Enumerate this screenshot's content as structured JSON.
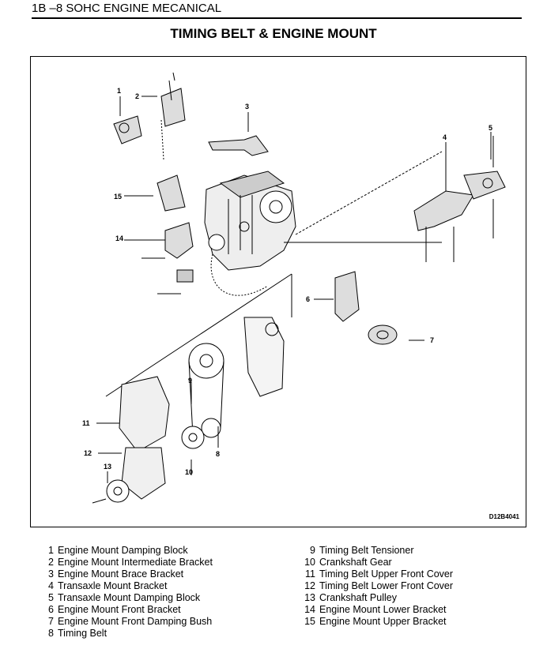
{
  "header": {
    "section": "1B –8  SOHC ENGINE MECANICAL"
  },
  "title": "TIMING BELT & ENGINE MOUNT",
  "figure": {
    "code": "D12B4041",
    "callouts": [
      "1",
      "2",
      "3",
      "4",
      "5",
      "6",
      "7",
      "8",
      "9",
      "10",
      "11",
      "12",
      "13",
      "14",
      "15"
    ]
  },
  "legend": {
    "left": [
      {
        "num": "1",
        "label": "Engine Mount Damping Block"
      },
      {
        "num": "2",
        "label": "Engine Mount Intermediate Bracket"
      },
      {
        "num": "3",
        "label": "Engine Mount Brace Bracket"
      },
      {
        "num": "4",
        "label": "Transaxle Mount Bracket"
      },
      {
        "num": "5",
        "label": "Transaxle Mount Damping Block"
      },
      {
        "num": "6",
        "label": "Engine Mount Front Bracket"
      },
      {
        "num": "7",
        "label": "Engine Mount Front Damping Bush"
      },
      {
        "num": "8",
        "label": "Timing Belt"
      }
    ],
    "right": [
      {
        "num": "9",
        "label": "Timing Belt Tensioner"
      },
      {
        "num": "10",
        "label": "Crankshaft Gear"
      },
      {
        "num": "11",
        "label": "Timing Belt Upper Front Cover"
      },
      {
        "num": "12",
        "label": "Timing Belt Lower Front Cover"
      },
      {
        "num": "13",
        "label": "Crankshaft Pulley"
      },
      {
        "num": "14",
        "label": "Engine Mount Lower Bracket"
      },
      {
        "num": "15",
        "label": "Engine Mount Upper Bracket"
      }
    ]
  }
}
